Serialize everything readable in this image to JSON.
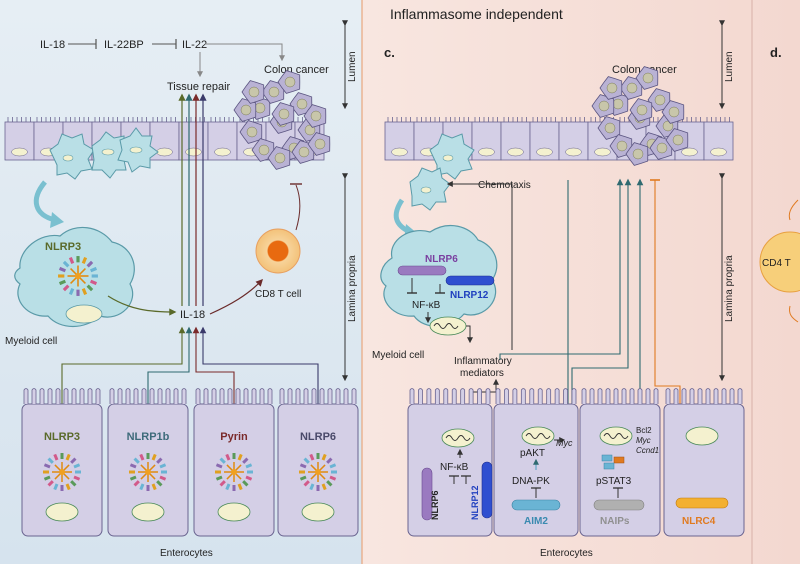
{
  "header": {
    "inflammasome_independent": "Inflammasome independent"
  },
  "panel_labels": {
    "c": "c.",
    "d": "d."
  },
  "left_panel": {
    "il18": "IL-18",
    "il22bp": "IL-22BP",
    "il22": "IL-22",
    "tissue_repair": "Tissue  repair",
    "colon_cancer": "Colon cancer",
    "lumen": "Lumen",
    "lamina_propria": "Lamina propria",
    "nlrp3_myeloid": "NLRP3",
    "myeloid_cell": "Myeloid cell",
    "il18_center": "IL-18",
    "cd8_t_cell": "CD8 T cell",
    "enterocytes": "Enterocytes",
    "cells": [
      {
        "label": "NLRP3",
        "color": "#5a6a2a"
      },
      {
        "label": "NLRP1b",
        "color": "#3d6a7a"
      },
      {
        "label": "Pyrin",
        "color": "#7a2a2a"
      },
      {
        "label": "NLRP6",
        "color": "#4a4a6a"
      }
    ]
  },
  "right_panel": {
    "colon_cancer": "Colon cancer",
    "lumen": "Lumen",
    "lamina_propria": "Lamina propria",
    "chemotaxis": "Chemotaxis",
    "nlrp6": "NLRP6",
    "nlrp12": "NLRP12",
    "nfkb": "NF-κB",
    "myeloid_cell": "Myeloid cell",
    "inflammatory_mediators": "Inflammatory\nmediators",
    "enterocytes": "Enterocytes",
    "cell1": {
      "nfkb": "NF-κB",
      "nlrp6": "NLRP6",
      "nlrp12": "NLRP12"
    },
    "cell2": {
      "pakt": "pAKT",
      "myc": "Myc",
      "dnapk": "DNA-PK",
      "aim2": "AIM2"
    },
    "cell3": {
      "bcl2": "Bcl2",
      "myc": "Myc",
      "ccnd1": "Ccnd1",
      "pstat3": "pSTAT3",
      "naips": "NAIPs"
    },
    "cell4": {
      "nlrc4": "NLRC4"
    }
  },
  "panel_d": {
    "cd4t": "CD4 T"
  },
  "colors": {
    "left_bg": "#dde8f0",
    "right_bg": "#f6e2dc",
    "epithelium": "#d4cfe6",
    "myeloid": "#b9dfe6",
    "nlrp6_purple": "#7a3fa0",
    "nlrp12_blue": "#1f3fbf",
    "aim2_blue": "#4a9ec0",
    "naips_gray": "#9a9a9a",
    "nlrc4_orange": "#e07a20"
  }
}
